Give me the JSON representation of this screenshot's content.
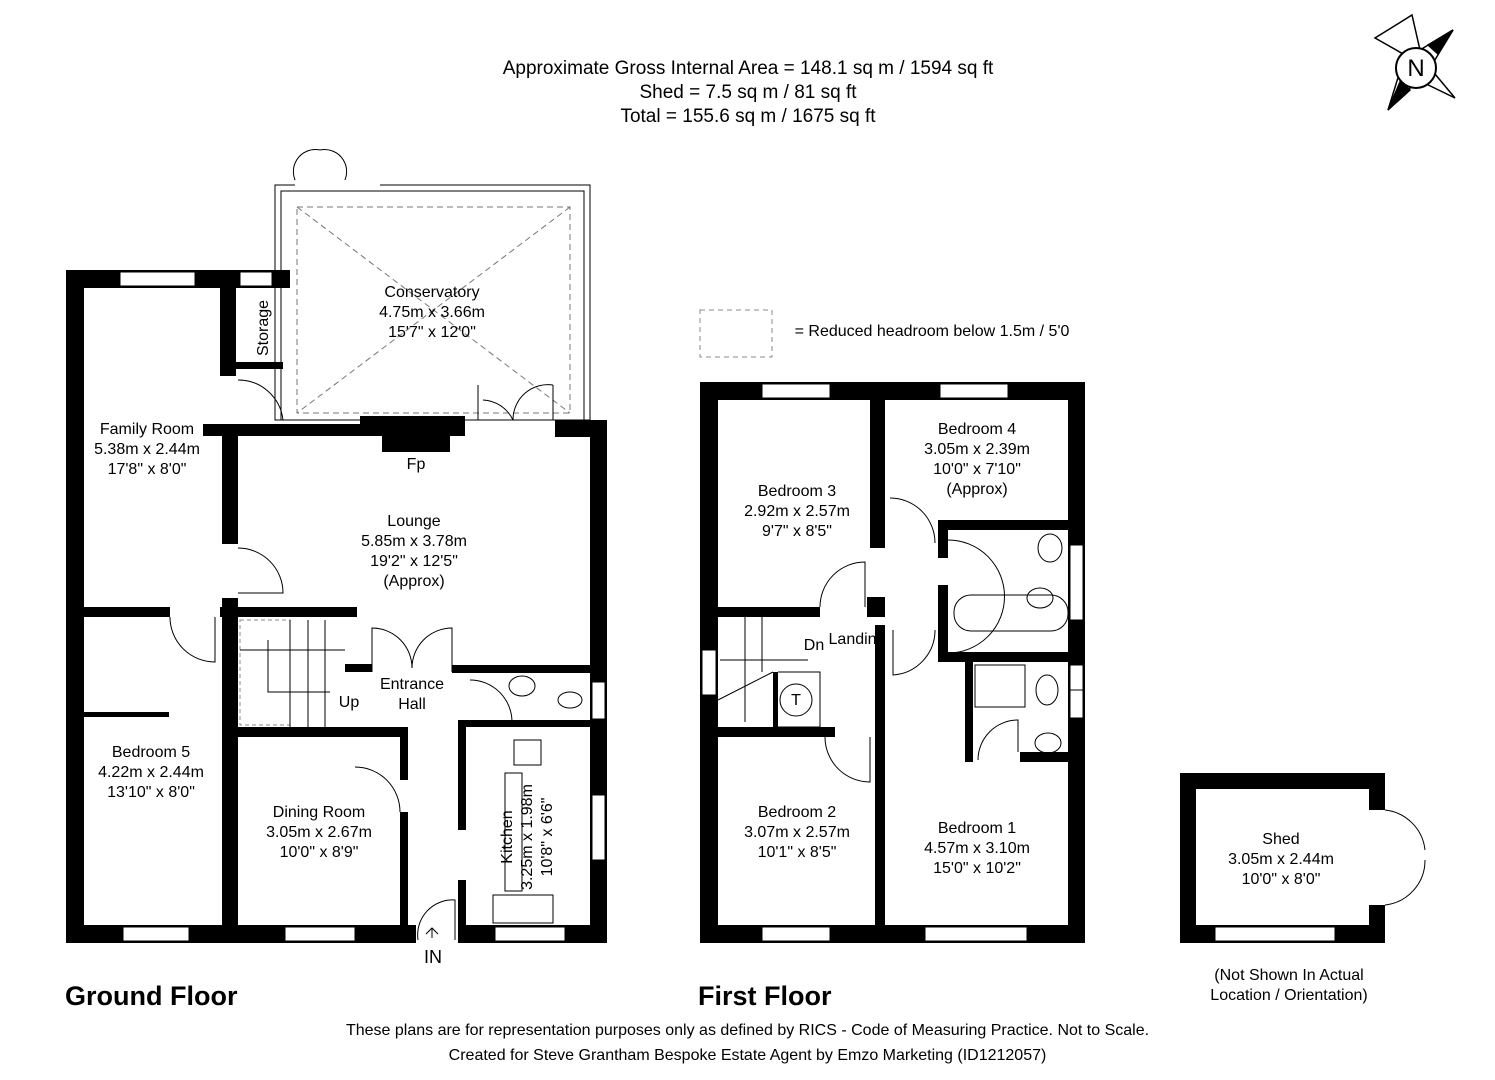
{
  "header": {
    "gross_area": "Approximate Gross Internal Area = 148.1 sq m / 1594 sq ft",
    "shed_area": "Shed = 7.5 sq m / 81 sq ft",
    "total_area": "Total = 155.6 sq m / 1675 sq ft"
  },
  "compass": {
    "label": "N",
    "icon": "north-compass-icon"
  },
  "legend": {
    "text": "= Reduced headroom below 1.5m / 5'0"
  },
  "ground_floor": {
    "title": "Ground Floor",
    "rooms": {
      "conservatory": [
        "Conservatory",
        "4.75m x 3.66m",
        "15'7\" x 12'0\""
      ],
      "storage": [
        "Storage"
      ],
      "family_room": [
        "Family Room",
        "5.38m x 2.44m",
        "17'8\" x 8'0\""
      ],
      "lounge": [
        "Lounge",
        "5.85m x 3.78m",
        "19'2\" x 12'5\"",
        "(Approx)"
      ],
      "fireplace": [
        "Fp"
      ],
      "entrance_hall": [
        "Entrance",
        "Hall"
      ],
      "stairs_up": [
        "Up"
      ],
      "bedroom_5": [
        "Bedroom 5",
        "4.22m x 2.44m",
        "13'10\" x 8'0\""
      ],
      "dining_room": [
        "Dining Room",
        "3.05m x 2.67m",
        "10'0\" x 8'9\""
      ],
      "kitchen": [
        "Kitchen",
        "3.25m x 1.98m",
        "10'8\" x 6'6\""
      ],
      "entrance": [
        "IN"
      ]
    }
  },
  "first_floor": {
    "title": "First Floor",
    "rooms": {
      "bedroom_3": [
        "Bedroom 3",
        "2.92m x 2.57m",
        "9'7\" x 8'5\""
      ],
      "bedroom_4": [
        "Bedroom 4",
        "3.05m x 2.39m",
        "10'0\" x 7'10\"",
        "(Approx)"
      ],
      "landing": [
        "Landing"
      ],
      "stairs_down": [
        "Dn"
      ],
      "tank": [
        "T"
      ],
      "bedroom_2": [
        "Bedroom 2",
        "3.07m x 2.57m",
        "10'1\" x 8'5\""
      ],
      "bedroom_1": [
        "Bedroom 1",
        "4.57m x 3.10m",
        "15'0\" x 10'2\""
      ]
    }
  },
  "shed": {
    "rooms": {
      "shed": [
        "Shed",
        "3.05m x 2.44m",
        "10'0\" x 8'0\""
      ]
    },
    "note": [
      "(Not Shown In Actual",
      "Location / Orientation)"
    ]
  },
  "footer": {
    "disclaimer": "These plans are for representation purposes only as defined by RICS - Code of Measuring Practice. Not to Scale.",
    "credit": "Created for Steve Grantham Bespoke Estate Agent by Emzo Marketing (ID1212057)"
  }
}
